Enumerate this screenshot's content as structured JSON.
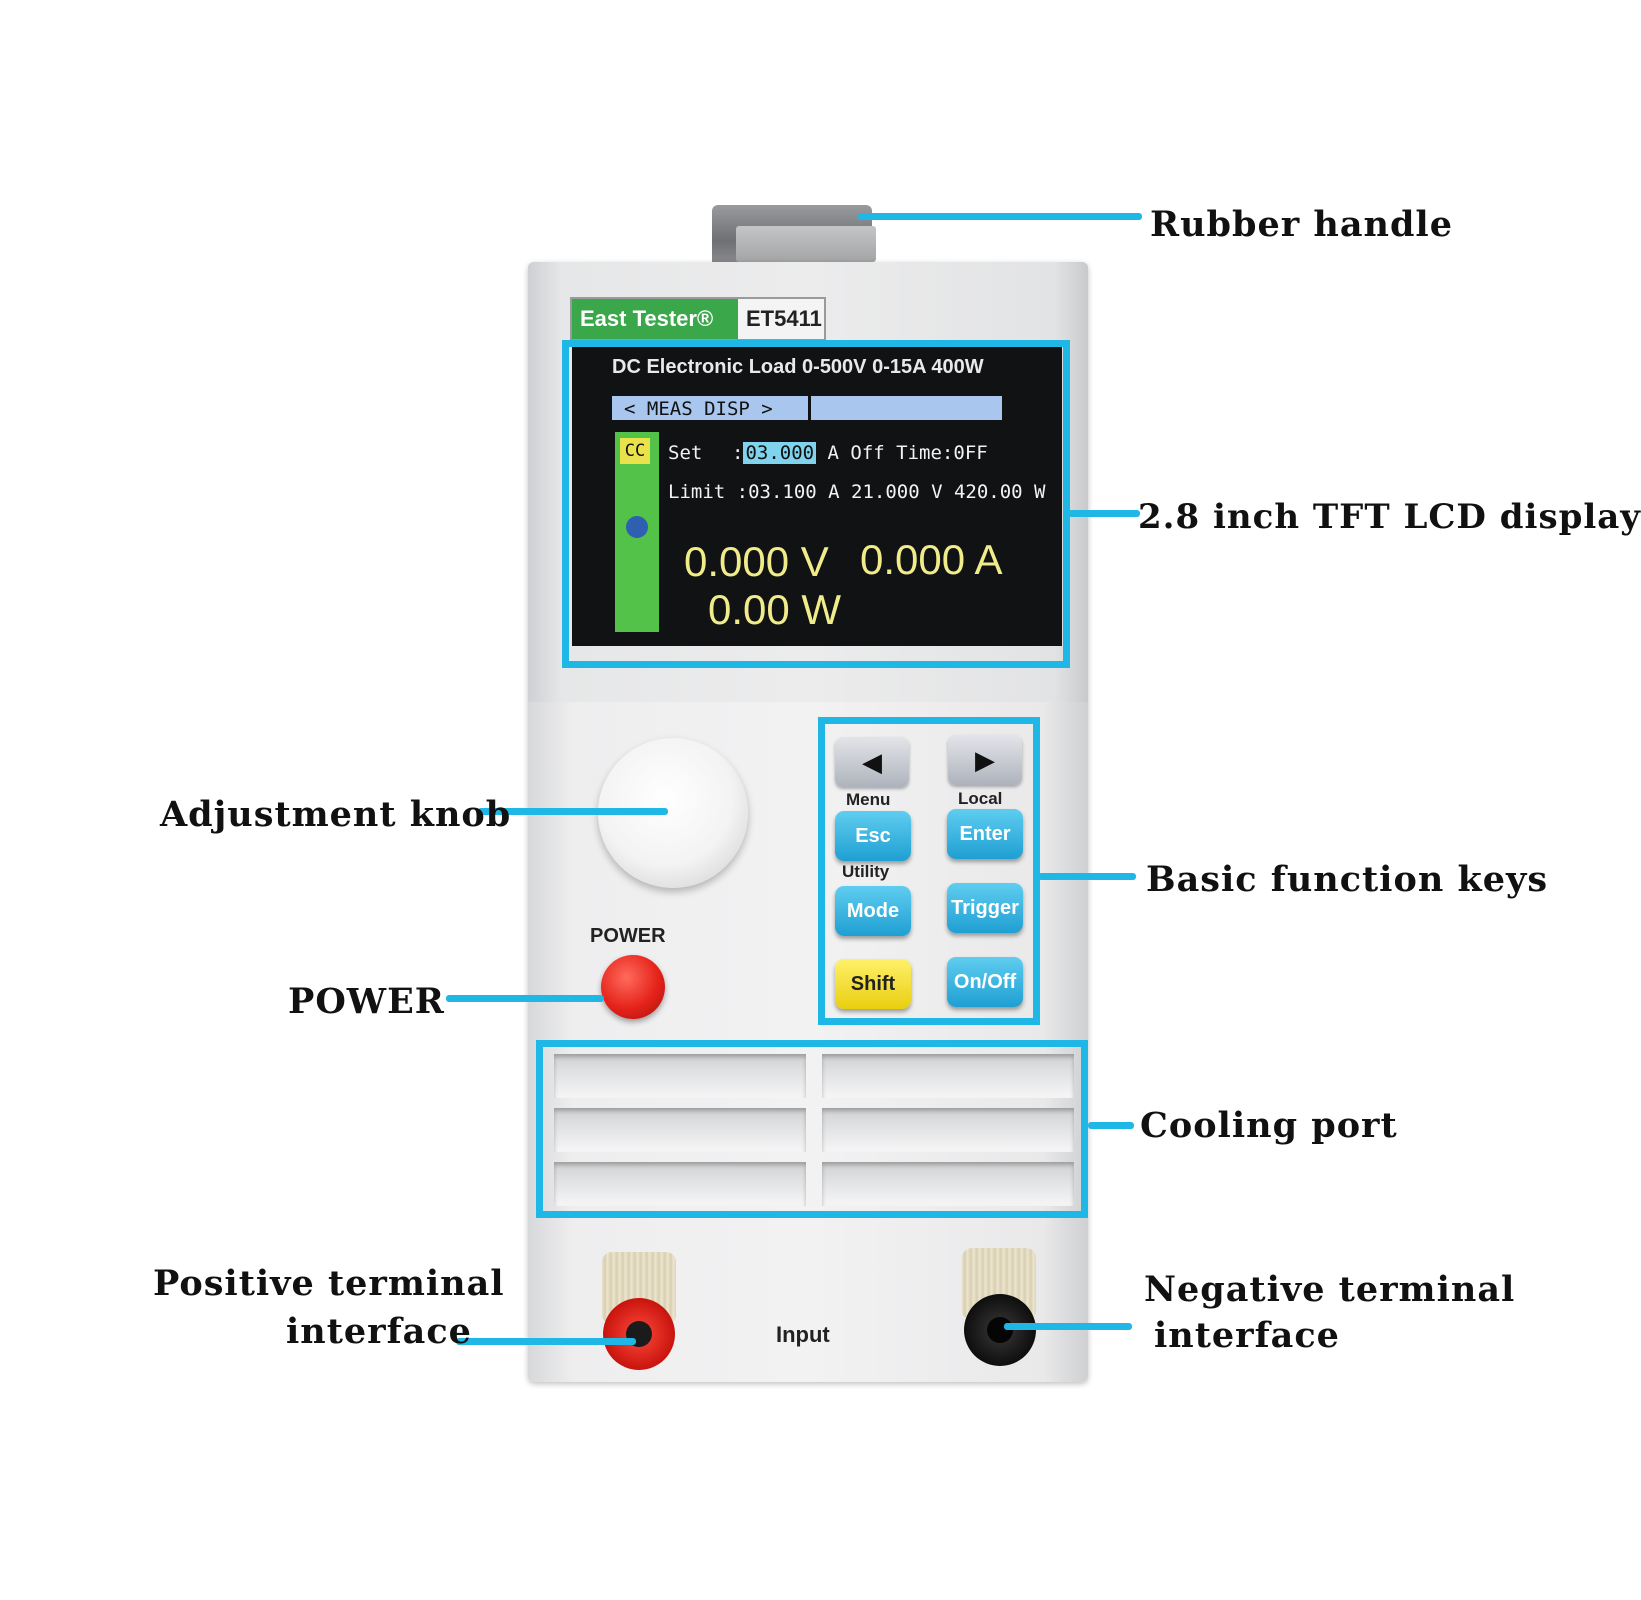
{
  "callouts": {
    "rubber_handle": "Rubber handle",
    "lcd_display": "2.8 inch TFT LCD display",
    "adjustment_knob": "Adjustment knob",
    "basic_keys": "Basic function keys",
    "power": "POWER",
    "cooling_port": "Cooling port",
    "positive_line1": "Positive terminal",
    "positive_line2": "interface",
    "negative_line1": "Negative terminal",
    "negative_line2": "interface"
  },
  "device": {
    "brand": "East Tester®",
    "model": "ET5411",
    "power_label": "POWER",
    "input_label": "Input"
  },
  "lcd": {
    "title": "DC Electronic Load 0-500V 0-15A 400W",
    "menu_bar": "< MEAS  DISP >",
    "mode": "CC",
    "set_label": "Set",
    "set_colon": ":",
    "set_value": "03.000",
    "set_rest": "A Off  Time:0FF",
    "limit_line": "Limit  :03.100 A 21.000 V 420.00 W",
    "voltage": "0.000 V",
    "current": "0.000 A",
    "power": "0.00 W"
  },
  "keys": {
    "left_arrow": "◀",
    "right_arrow": "▶",
    "menu": "Menu",
    "local": "Local",
    "esc": "Esc",
    "enter": "Enter",
    "utility": "Utility",
    "mode": "Mode",
    "trigger": "Trigger",
    "shift": "Shift",
    "onoff": "On/Off"
  },
  "colors": {
    "accent": "#1fb7e6",
    "key_blue": "#2fb0e0",
    "shift_yellow": "#f3dc2a",
    "power_red": "#e5231b",
    "lcd_green": "#53c248"
  }
}
